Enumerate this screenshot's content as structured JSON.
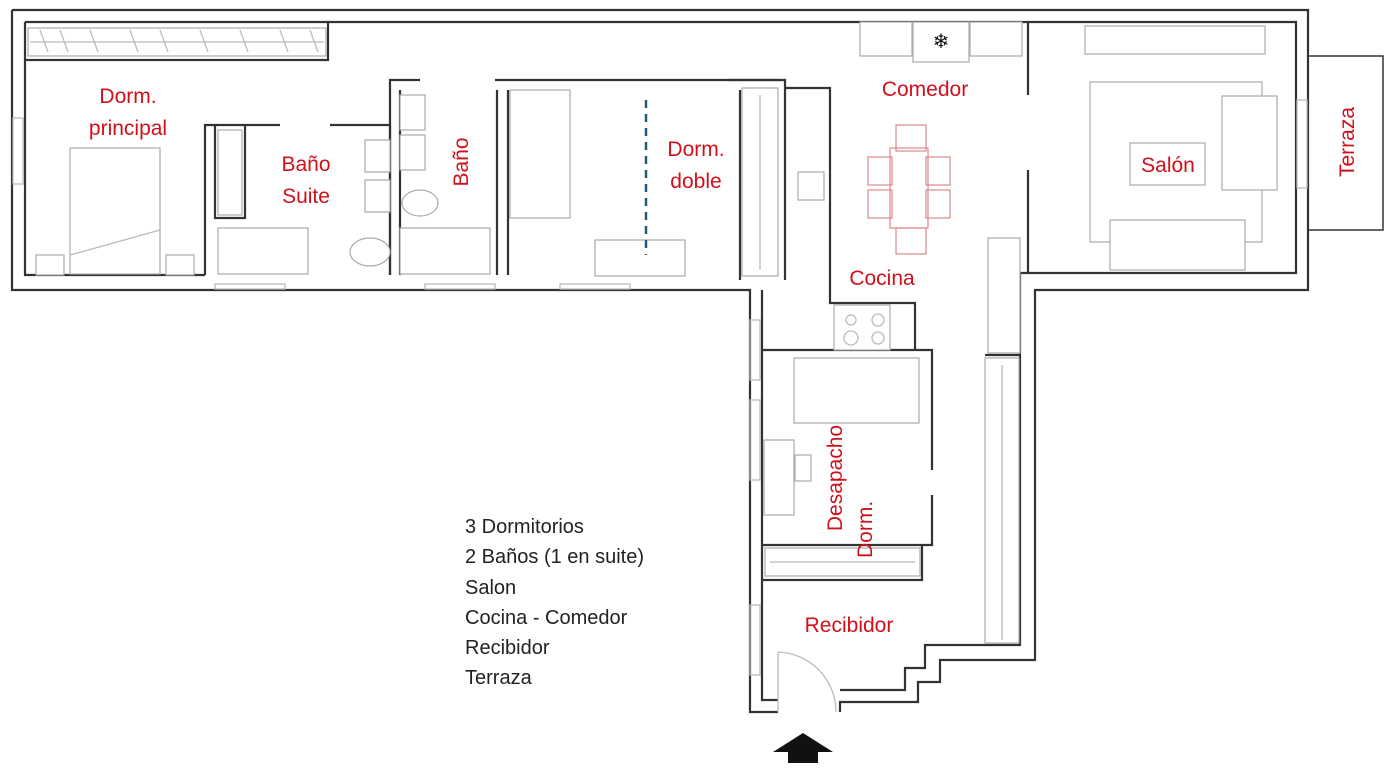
{
  "rooms": {
    "dorm_principal": [
      "Dorm.",
      "principal"
    ],
    "bano_suite": [
      "Baño",
      "Suite"
    ],
    "bano": "Baño",
    "dorm_doble": [
      "Dorm.",
      "doble"
    ],
    "comedor": "Comedor",
    "salon": "Salón",
    "terraza": "Terraza",
    "cocina": "Cocina",
    "dorm_desapacho": [
      "Dorm.",
      "Desapacho"
    ],
    "recibidor": "Recibidor"
  },
  "summary": [
    "3 Dormitorios",
    "2 Baños (1 en suite)",
    "Salon",
    "Cocina - Comedor",
    "Recibidor",
    "Terraza"
  ],
  "icons": {
    "fridge": "snowflake-icon",
    "entrance": "entrance-arrow-icon"
  },
  "colors": {
    "label": "#d0101a",
    "wall": "#333333",
    "dining": "#d88888",
    "divider": "#1f5a7a"
  }
}
